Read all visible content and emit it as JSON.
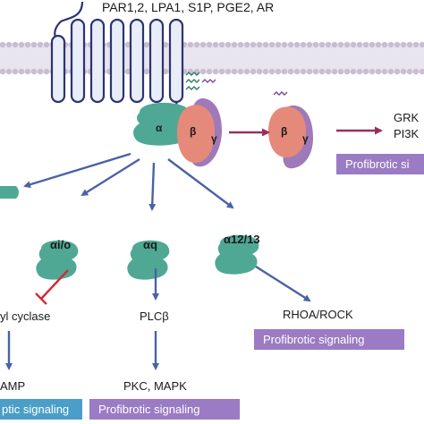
{
  "colors": {
    "membrane_lipid": "#c7bfd1",
    "receptor_fill": "#e8edf8",
    "receptor_stroke": "#2d3470",
    "g_alpha": "#4fa894",
    "g_beta": "#e58a7b",
    "g_gamma": "#a07ab8",
    "arrow_blue": "#4a62a6",
    "arrow_maroon": "#99305a",
    "inhibit_red": "#d42a36",
    "box_purple": "#9b7bc4",
    "box_blue": "#4a9ec8"
  },
  "ligands": {
    "label": "PAR1,2, LPA1, S1P, PGE2, AR"
  },
  "heterotrimer": {
    "alpha": "α",
    "beta": "β",
    "gamma": "γ"
  },
  "beta_gamma": {
    "beta": "β",
    "gamma": "γ",
    "targets": [
      "GRK",
      "PI3K"
    ],
    "signal": "Profibrotic si"
  },
  "subunits": {
    "gai_o": "αi/o",
    "gaq": "αq",
    "ga12_13": "α12/13"
  },
  "effectors": {
    "adenylyl_cyclase": "yl cyclase",
    "camp": "AMP",
    "plcb": "PLCβ",
    "pkc_mapk": "PKC, MAPK",
    "rhoa_rock": "RHOA/ROCK"
  },
  "signals": {
    "camp_signal": "ptic signaling",
    "pkc_signal": "Profibrotic signaling",
    "rho_signal": "Profibrotic signaling"
  }
}
